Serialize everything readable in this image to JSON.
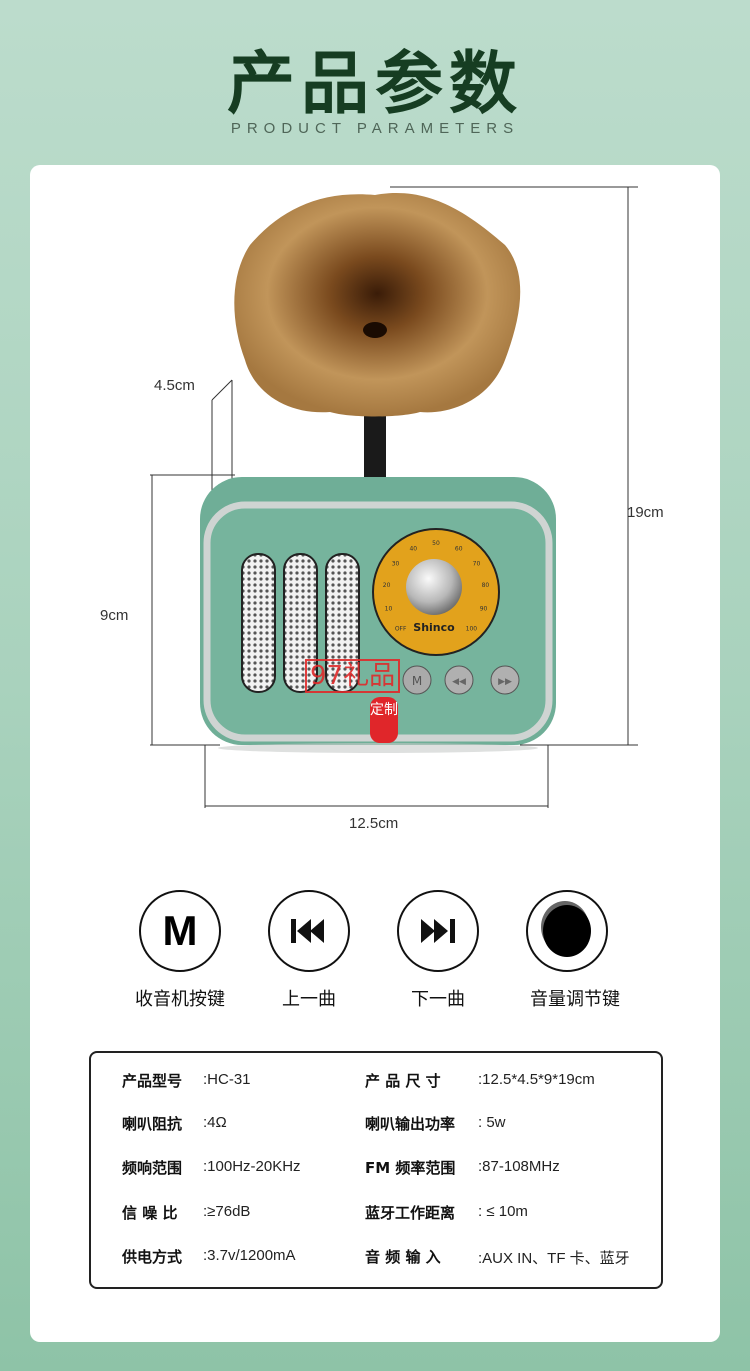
{
  "header": {
    "title": "产品参数",
    "subtitle": "PRODUCT PARAMETERS"
  },
  "product": {
    "brand": "Shinco",
    "dial_marks": [
      "OFF",
      "10",
      "20",
      "30",
      "40",
      "50",
      "60",
      "70",
      "80",
      "90",
      "100"
    ],
    "button_m": "M",
    "colors": {
      "body": "#6fae97",
      "dial": "#e2a21c",
      "horn": "#b8894d"
    }
  },
  "dimensions": {
    "depth": "4.5cm",
    "height": "9cm",
    "total_height": "19cm",
    "width": "12.5cm"
  },
  "watermark": {
    "text": "97礼品",
    "seal": "定制"
  },
  "controls": [
    {
      "icon": "m-button-icon",
      "glyph": "M",
      "label": "收音机按键"
    },
    {
      "icon": "previous-track-icon",
      "label": "上一曲"
    },
    {
      "icon": "next-track-icon",
      "label": "下一曲"
    },
    {
      "icon": "volume-knob-icon",
      "label": "音量调节键"
    }
  ],
  "specs": {
    "left": [
      {
        "label": "产品型号",
        "value": ":HC-31"
      },
      {
        "label": "喇叭阻抗",
        "value": ":4Ω"
      },
      {
        "label": "频响范围",
        "value": ":100Hz-20KHz"
      },
      {
        "label": "信 噪 比",
        "value": ":≥76dB"
      },
      {
        "label": "供电方式",
        "value": ":3.7v/1200mA"
      }
    ],
    "right": [
      {
        "label": "产 品 尺 寸",
        "value": ":12.5*4.5*9*19cm"
      },
      {
        "label": "喇叭输出功率",
        "value": ": 5w"
      },
      {
        "label": "FM 频率范围",
        "value": ":87-108MHz"
      },
      {
        "label": "蓝牙工作距离",
        "value": ": ≤ 10m"
      },
      {
        "label": "音 频 输 入",
        "value": ":AUX IN、TF 卡、蓝牙"
      }
    ]
  }
}
